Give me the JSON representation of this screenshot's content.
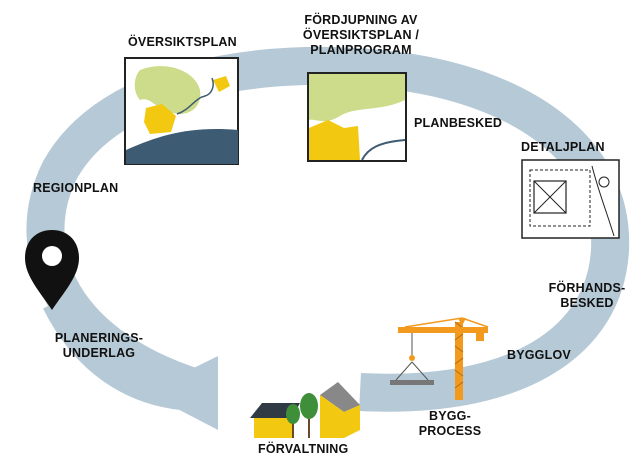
{
  "diagram": {
    "labels": {
      "oversiktsplan": "ÖVERSIKTSPLAN",
      "fordjupning_1": "FÖRDJUPNING AV",
      "fordjupning_2": "ÖVERSIKTSPLAN /",
      "fordjupning_3": "PLANPROGRAM",
      "planbesked": "PLANBESKED",
      "detaljplan": "DETALJPLAN",
      "regionplan": "REGIONPLAN",
      "forhandsbesked_1": "FÖRHANDS-",
      "forhandsbesked_2": "BESKED",
      "planeringsunderlag_1": "PLANERINGS-",
      "planeringsunderlag_2": "UNDERLAG",
      "bygglov": "BYGGLOV",
      "byggprocess_1": "BYGG-",
      "byggprocess_2": "PROCESS",
      "forvaltning": "FÖRVALTNING"
    },
    "colors": {
      "cycle": "#b6c9d6",
      "yellow": "#f2c811",
      "green": "#cddc8a",
      "water": "#3e5b74",
      "crane": "#f39a1e",
      "building_dark": "#2f3a45",
      "tree": "#3f8f3a",
      "pin": "#111111"
    },
    "icons": [
      "map-pin-icon",
      "crane-icon",
      "houses-icon",
      "overview-map-icon",
      "detail-map-icon",
      "plan-map-icon"
    ]
  }
}
